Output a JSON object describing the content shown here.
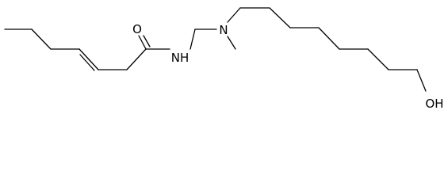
{
  "structure": {
    "atoms": [
      {
        "id": "O1",
        "label": "O"
      },
      {
        "id": "N1",
        "label": "NH"
      },
      {
        "id": "N2",
        "label": "N"
      },
      {
        "id": "O2",
        "label": "OH"
      }
    ],
    "colors": {
      "bond": "#000000",
      "label": "#000000",
      "background": "#ffffff"
    }
  }
}
